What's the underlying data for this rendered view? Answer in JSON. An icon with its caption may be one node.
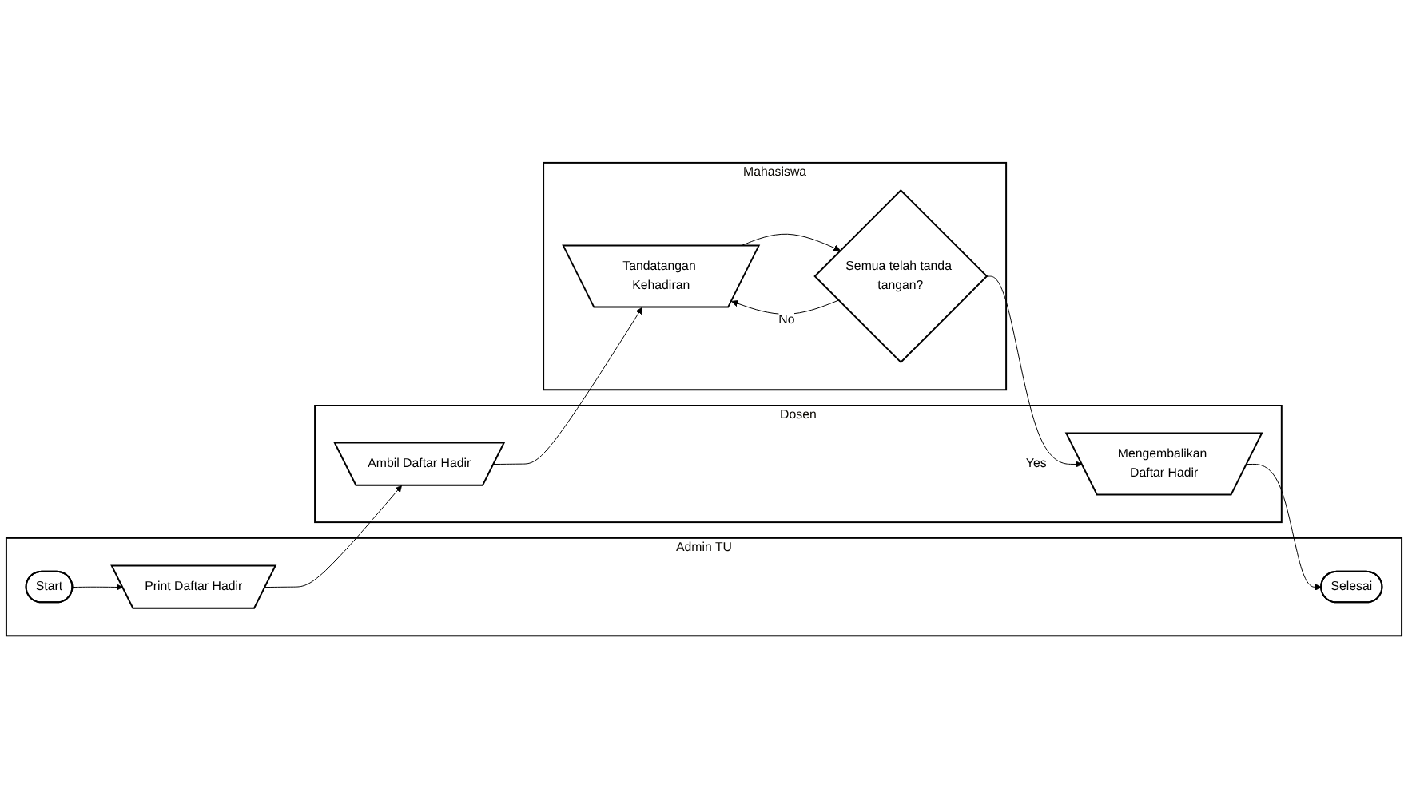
{
  "diagram": {
    "nodes": [
      {
        "text": [
          "Admin TU"
        ]
      },
      {
        "text": [
          "Start"
        ],
        "in": 0
      },
      {
        "text": [
          "Print Daftar Hadir"
        ],
        "in": 0
      },
      {
        "text": [
          "Selesai"
        ],
        "in": 0
      },
      {
        "text": [
          "Dosen"
        ]
      },
      {
        "text": [
          "Ambil Daftar Hadir"
        ],
        "in": 4
      },
      {
        "text": [
          "Mengembalikan Daftar Hadir"
        ],
        "in": 4
      },
      {
        "text": [
          "Mahasiswa"
        ]
      },
      {
        "text": [
          "Tandatangan Kehadiran"
        ],
        "in": 7
      },
      {
        "text": [
          "Semua telah tanda tangan?"
        ],
        "in": 7
      }
    ],
    "edges": [
      {
        "from": 1,
        "to": 2,
        "arrow": "to"
      },
      {
        "from": 2,
        "to": 5,
        "arrow": "to"
      },
      {
        "from": 5,
        "to": 8,
        "arrow": "to"
      },
      {
        "from": 8,
        "to": 9,
        "arrow": "to"
      },
      {
        "from": 9,
        "to": 8,
        "arrow": "to",
        "label": "No"
      },
      {
        "from": 9,
        "to": 6,
        "arrow": "to",
        "label": "Yes"
      },
      {
        "from": 6,
        "to": 3,
        "arrow": "to"
      }
    ]
  }
}
